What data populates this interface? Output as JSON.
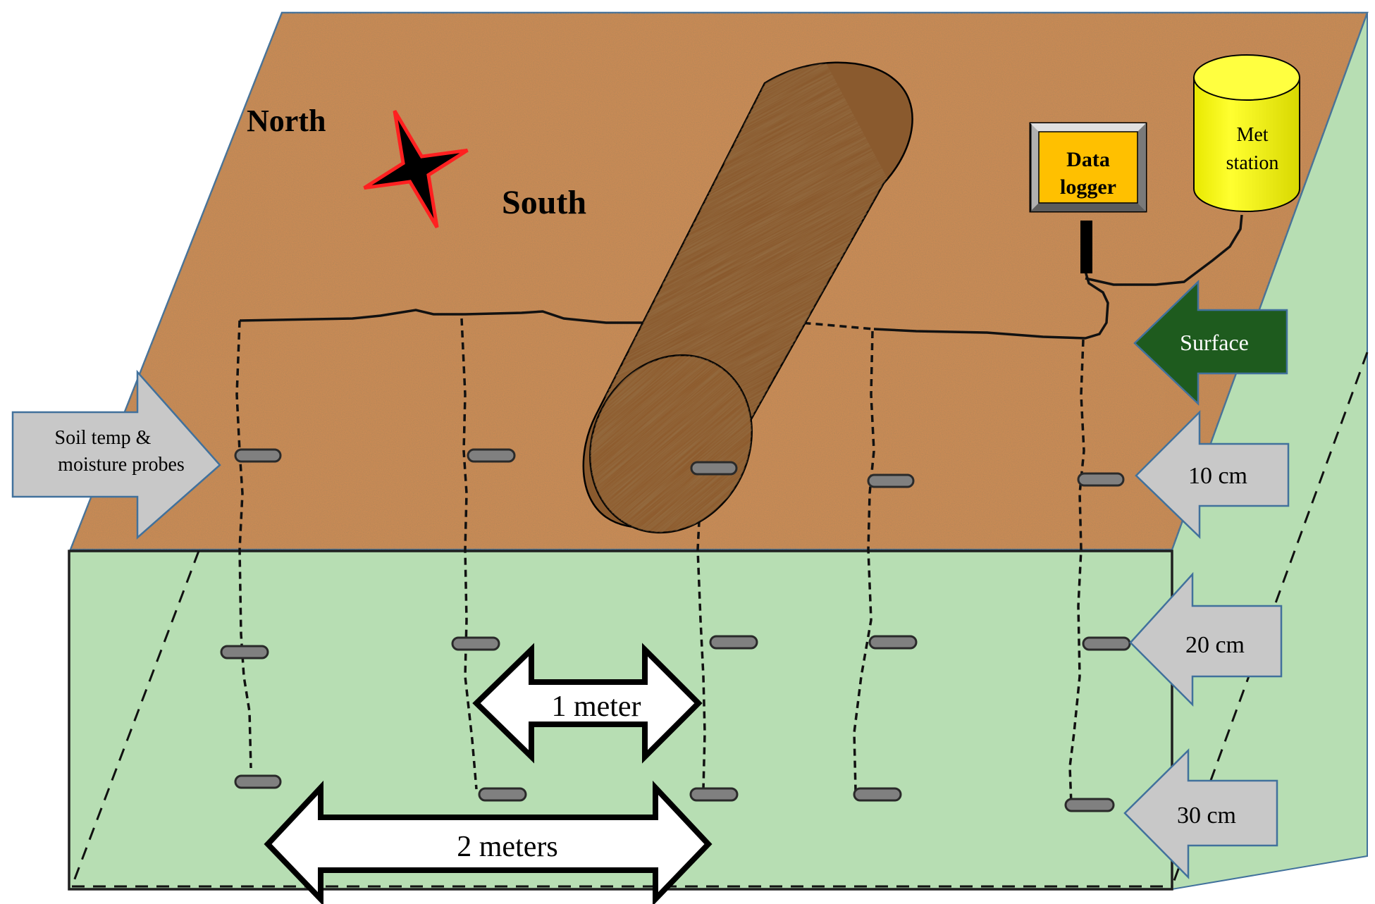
{
  "compass": {
    "north": "North",
    "south": "South"
  },
  "devices": {
    "data_logger": {
      "line1": "Data",
      "line2": "logger"
    },
    "met_station": {
      "line1": "Met",
      "line2": "station"
    }
  },
  "labels": {
    "surface": "Surface",
    "probes": {
      "line1": "Soil temp &",
      "line2": "moisture probes"
    },
    "depths": [
      "10 cm",
      "20 cm",
      "30 cm"
    ],
    "spacing_short": "1 meter",
    "spacing_long": "2 meters"
  },
  "colors": {
    "soil": "#c98a55",
    "front_face": "#b7deb3",
    "surface_arrow": "#1e5b1e",
    "probe_arrows": "#c8c8c8",
    "data_logger": "#ffc000",
    "met_station": "#ffff00",
    "log_wood": "#8a5a2e"
  }
}
